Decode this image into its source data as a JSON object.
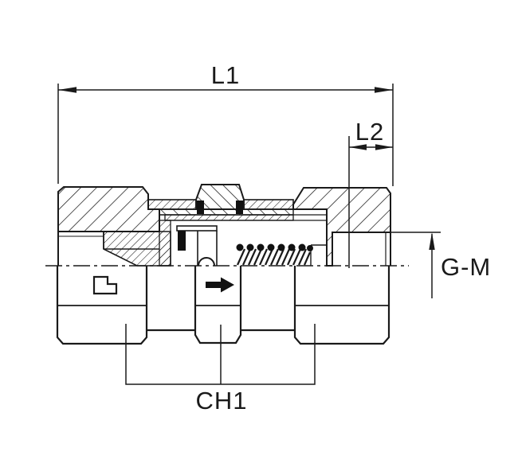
{
  "drawing": {
    "type": "technical-section-drawing",
    "subject": "inline check valve fitting, half-section view",
    "background_color": "#ffffff",
    "line_color": "#1a1a1a",
    "black_fill_color": "#111111",
    "labels": {
      "l1": "L1",
      "l2": "L2",
      "g_m": "G-M",
      "ch1": "CH1"
    },
    "icons": {
      "flow_direction": "right-arrow-icon",
      "brand_mark": "manufacturer-logo-icon"
    }
  }
}
